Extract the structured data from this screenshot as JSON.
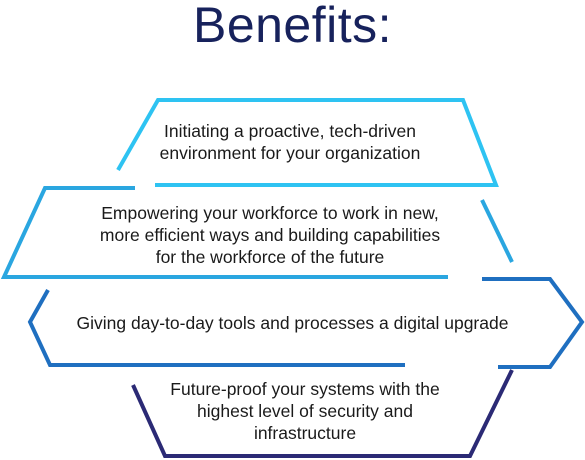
{
  "title": "Benefits:",
  "benefits": [
    {
      "text": "Initiating a proactive, tech-driven\nenvironment for your organization",
      "color": "#2ec3f2"
    },
    {
      "text": "Empowering your workforce to work in new,\nmore efficient ways and building capabilities\nfor the workforce of the future",
      "color": "#2aa6e0"
    },
    {
      "text": "Giving day-to-day tools and processes a digital upgrade",
      "color": "#1f6fc0"
    },
    {
      "text": "Future-proof your systems with the\nhighest level of security and\ninfrastructure",
      "color": "#2b2a75"
    }
  ]
}
